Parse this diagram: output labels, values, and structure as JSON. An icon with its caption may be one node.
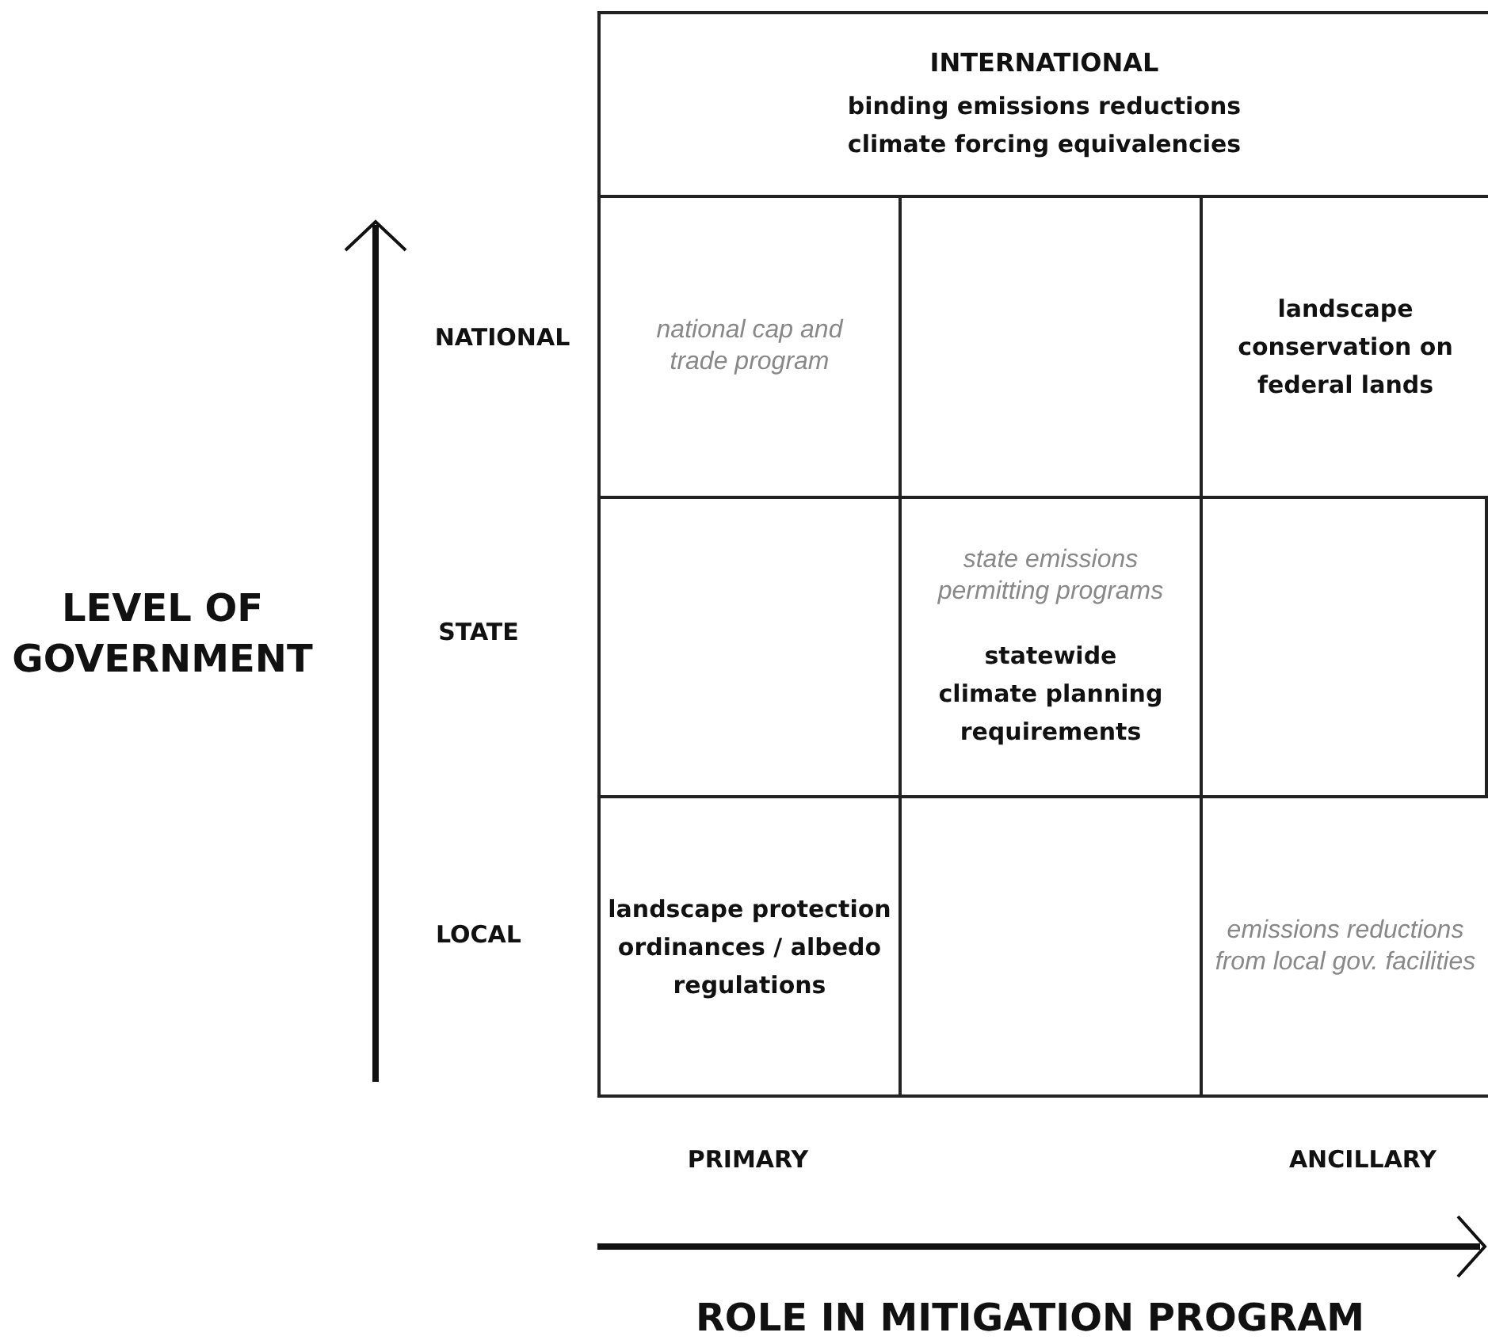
{
  "diagram": {
    "nodes": [
      {
        "text": [
          "INTERNATIONAL",
          "binding emissions reductions",
          "climate forcing equivalencies"
        ]
      },
      {
        "text": [
          "national cap and trade program"
        ]
      },
      {
        "text": [],
        "shape": "box"
      },
      {
        "text": [
          "landscape conservation on federal lands"
        ]
      },
      {
        "text": [],
        "shape": "box"
      },
      {
        "text": [
          "state emissions permitting programs",
          "statewide climate planning requirements"
        ]
      },
      {
        "text": [],
        "shape": "box"
      },
      {
        "text": [
          "landscape protection ordinances / albedo regulations"
        ]
      },
      {
        "text": [],
        "shape": "box"
      },
      {
        "text": [
          "emissions reductions from local gov. facilities"
        ]
      }
    ],
    "labels": [
      "LEVEL OF GOVERNMENT",
      "NATIONAL",
      "STATE",
      "LOCAL",
      "PRIMARY",
      "ANCILLARY",
      "ROLE IN MITIGATION PROGRAM"
    ]
  }
}
